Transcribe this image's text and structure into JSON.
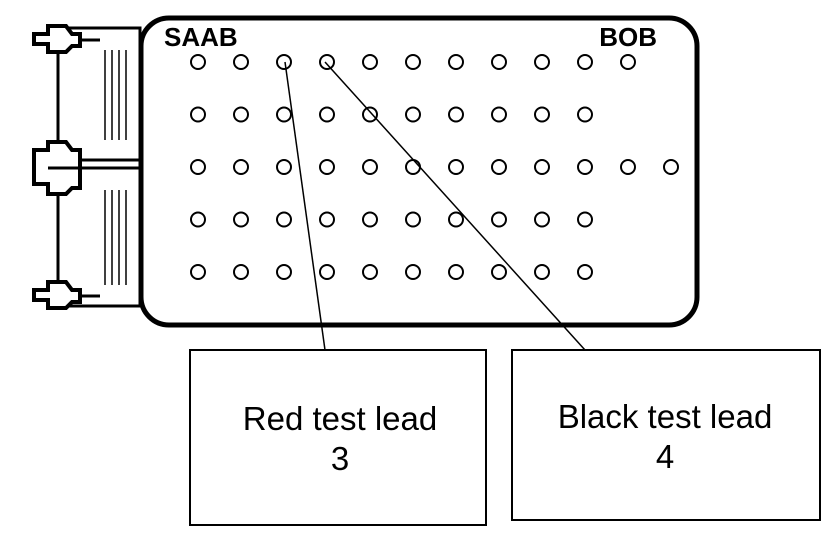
{
  "panel": {
    "brand_left": "SAAB",
    "brand_right": "BOB",
    "pin_rows": [
      11,
      10,
      12,
      10,
      10
    ]
  },
  "callouts": [
    {
      "label": "Red test lead",
      "number": "3",
      "target_row": 1,
      "target_col": 3
    },
    {
      "label": "Black test lead",
      "number": "4",
      "target_row": 1,
      "target_col": 4
    }
  ],
  "colors": {
    "stroke": "#000000",
    "fill": "#ffffff"
  }
}
